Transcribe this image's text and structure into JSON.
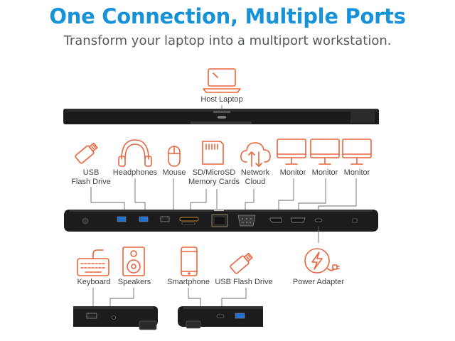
{
  "header": {
    "title": "One Connection, Multiple Ports",
    "subtitle": "Transform your laptop into a multiport workstation."
  },
  "top": {
    "host_label": "Host Laptop"
  },
  "front_devices": {
    "usb": "USB\nFlash Drive",
    "headphones": "Headphones",
    "mouse": "Mouse",
    "sd": "SD/MicroSD\nMemory Cards",
    "network": "Network\nCloud",
    "monitor1": "Monitor",
    "monitor2": "Monitor",
    "monitor3": "Monitor"
  },
  "bottom_devices": {
    "keyboard": "Keyboard",
    "speakers": "Speakers",
    "smartphone": "Smartphone",
    "usb": "USB Flash Drive",
    "power": "Power Adapter"
  },
  "colors": {
    "title": "#1592d8",
    "icon": "#e8643c",
    "usb3_port": "#1e6fd0",
    "dock": "#1c1c1e"
  }
}
